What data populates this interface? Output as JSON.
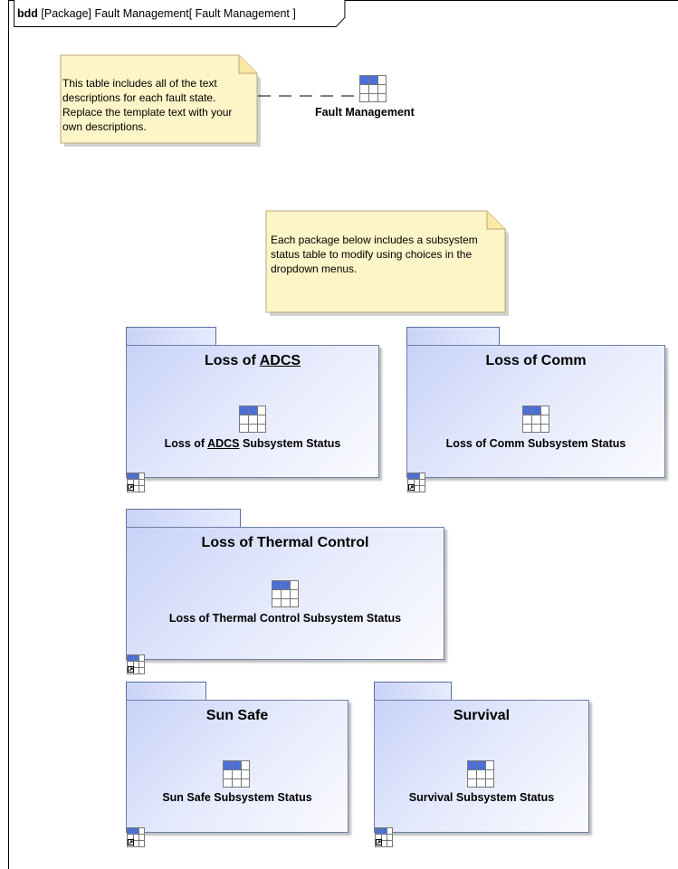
{
  "diagram": {
    "frame_keyword": "bdd",
    "frame_label": "[Package] Fault Management[ Fault Management ]"
  },
  "notes": [
    {
      "text": "This table includes all of the text descriptions for each fault state. Replace the template text with your own descriptions."
    },
    {
      "text": "Each package below includes a subsystem status table to modify using choices in the dropdown menus."
    }
  ],
  "fault_table": {
    "label": "Fault Management"
  },
  "packages": [
    {
      "title_prefix": "Loss of ",
      "title_underlined": "ADCS",
      "title_suffix": "",
      "table_prefix": "Loss of ",
      "table_underlined": "ADCS",
      "table_suffix": " Subsystem Status"
    },
    {
      "title": "Loss of Comm",
      "table": "Loss of Comm Subsystem Status"
    },
    {
      "title": "Loss of Thermal Control",
      "table": "Loss of Thermal Control Subsystem Status"
    },
    {
      "title": "Sun Safe",
      "table": "Sun Safe Subsystem Status"
    },
    {
      "title": "Survival",
      "table": "Survival Subsystem Status"
    }
  ],
  "colors": {
    "note_fill": "#fdf4c8",
    "package_fill_start": "#c7d2f8",
    "package_fill_end": "#fbfbff",
    "table_icon_header": "#4b6fd8"
  }
}
